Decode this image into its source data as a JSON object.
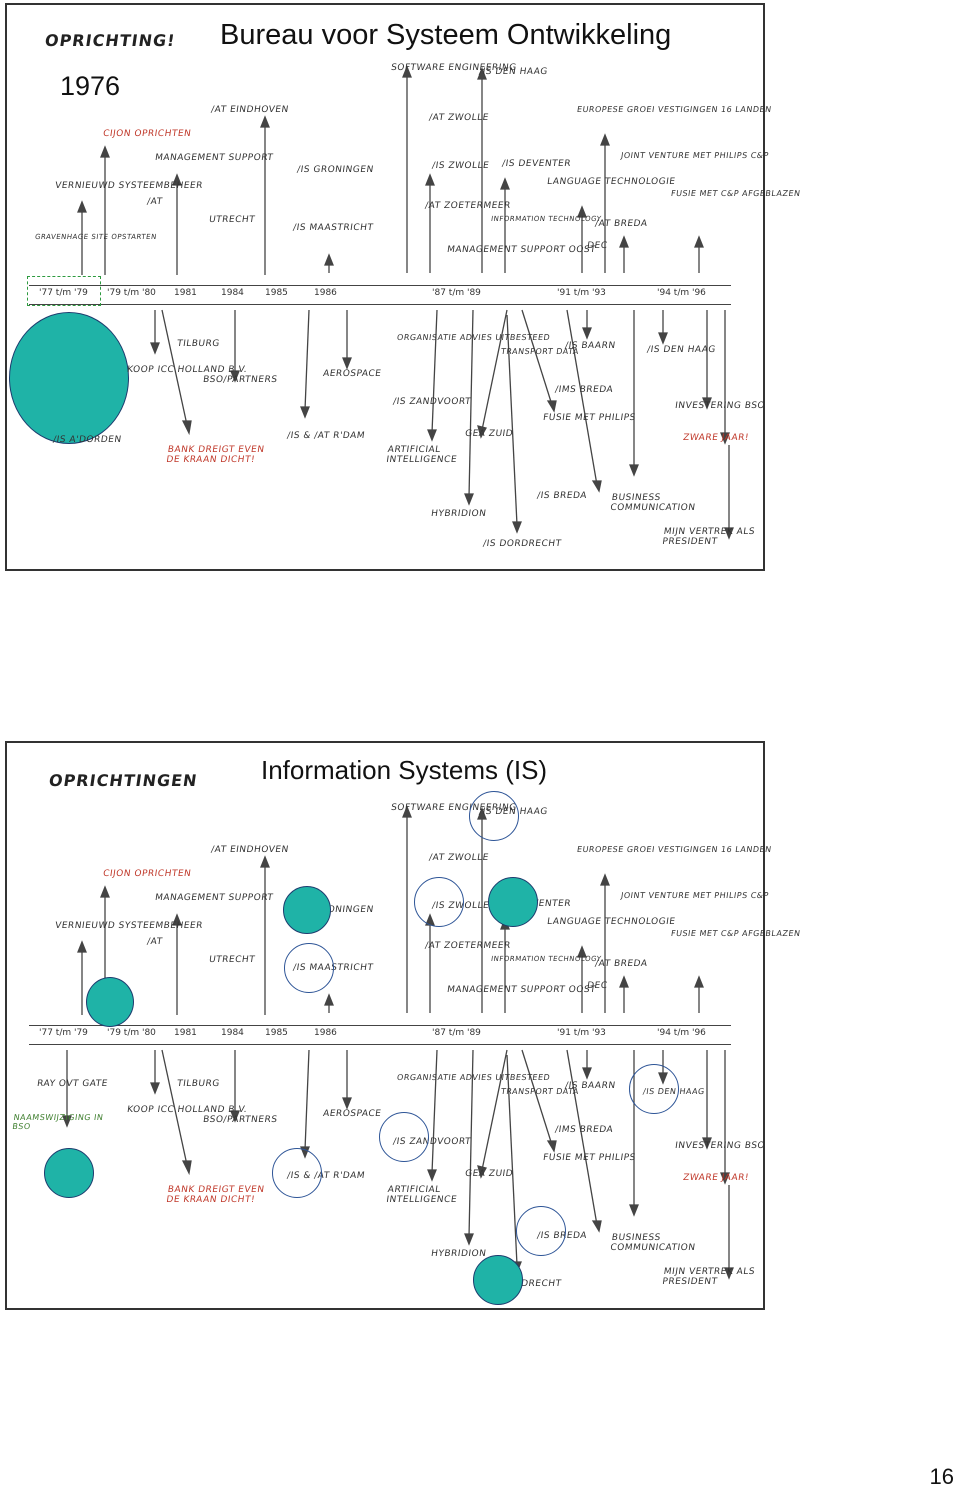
{
  "slides": [
    {
      "title": "Bureau voor Systeem Ontwikkeling",
      "subtitle": "1976",
      "heading": "OPRICHTING!",
      "timeline": [
        "'77 t/m '79",
        "'79 t/m '80",
        "1981",
        "1984",
        "1985",
        "1986",
        "'87 t/m '89",
        "'91 t/m '93",
        "'94 t/m '96"
      ],
      "notes": [
        {
          "t": "CIJON OPRICHTEN",
          "c": "red"
        },
        {
          "t": "VERNIEUWD SYSTEEMBEHEER"
        },
        {
          "t": "MANAGEMENT SUPPORT"
        },
        {
          "t": "/AT EINDHOVEN"
        },
        {
          "t": "SOFTWARE ENGINEERING"
        },
        {
          "t": "/IS DEN HAAG"
        },
        {
          "t": "/AT ZWOLLE"
        },
        {
          "t": "/IS ZWOLLE"
        },
        {
          "t": "/IS DEVENTER"
        },
        {
          "t": "/IS GRONINGEN"
        },
        {
          "t": "/AT"
        },
        {
          "t": "UTRECHT"
        },
        {
          "t": "/IS MAASTRICHT"
        },
        {
          "t": "/AT ZOETERMEER"
        },
        {
          "t": "INFORMATION TECHNOLOGY"
        },
        {
          "t": "MANAGEMENT SUPPORT OOST"
        },
        {
          "t": "LANGUAGE TECHNOLOGIE"
        },
        {
          "t": "/AT BREDA"
        },
        {
          "t": "DEC"
        },
        {
          "t": "EUROPESE GROEI VESTIGINGEN 16 LANDEN"
        },
        {
          "t": "JOINT VENTURE MET PHILIPS C&P"
        },
        {
          "t": "FUSIE MET C&P AFGEBLAZEN"
        },
        {
          "t": "TILBURG"
        },
        {
          "t": "KOOP ICC HOLLAND B.V."
        },
        {
          "t": "BSO/PARTNERS"
        },
        {
          "t": "AEROSPACE"
        },
        {
          "t": "ORGANISATIE ADVIES UITBESTEED"
        },
        {
          "t": "TRANSPORT DATA"
        },
        {
          "t": "/IS BAARN"
        },
        {
          "t": "/IS DEN HAAG"
        },
        {
          "t": "/IS ZANDVOORT"
        },
        {
          "t": "/IMS BREDA"
        },
        {
          "t": "INVESTERING BSO"
        },
        {
          "t": "BANK DREIGT EVEN DE KRAAN DICHT!",
          "c": "red"
        },
        {
          "t": "/IS & /AT R'DAM"
        },
        {
          "t": "ARTIFICIAL INTELLIGENCE"
        },
        {
          "t": "GEA ZUID"
        },
        {
          "t": "FUSIE MET PHILIPS"
        },
        {
          "t": "ZWARE JAAR!",
          "c": "red"
        },
        {
          "t": "/IS BREDA"
        },
        {
          "t": "BUSINESS COMMUNICATION"
        },
        {
          "t": "HYBRIDION"
        },
        {
          "t": "/IS DORDRECHT"
        },
        {
          "t": "MIJN VERTREK ALS PRESIDENT"
        },
        {
          "t": "/IS A'DORDEN"
        },
        {
          "t": "GRAVENHAGE SITE OPSTARTEN"
        }
      ]
    },
    {
      "title": "Information Systems (IS)",
      "heading": "OPRICHTINGEN",
      "timeline": [
        "'77 t/m '79",
        "'79 t/m '80",
        "1981",
        "1984",
        "1985",
        "1986",
        "'87 t/m '89",
        "'91 t/m '93",
        "'94 t/m '96"
      ],
      "notes": [
        {
          "t": "CIJON OPRICHTEN",
          "c": "red"
        },
        {
          "t": "VERNIEUWD SYSTEEMBEHEER"
        },
        {
          "t": "MANAGEMENT SUPPORT"
        },
        {
          "t": "/AT EINDHOVEN"
        },
        {
          "t": "SOFTWARE ENGINEERING"
        },
        {
          "t": "/IS DEN HAAG"
        },
        {
          "t": "/AT ZWOLLE"
        },
        {
          "t": "/IS ZWOLLE"
        },
        {
          "t": "/IS DEVENTER"
        },
        {
          "t": "/IS GRONINGEN"
        },
        {
          "t": "/AT"
        },
        {
          "t": "UTRECHT"
        },
        {
          "t": "/IS MAASTRICHT"
        },
        {
          "t": "/AT ZOETERMEER"
        },
        {
          "t": "INFORMATION TECHNOLOGY"
        },
        {
          "t": "MANAGEMENT SUPPORT OOST"
        },
        {
          "t": "LANGUAGE TECHNOLOGIE"
        },
        {
          "t": "/AT BREDA"
        },
        {
          "t": "DEC"
        },
        {
          "t": "EUROPESE GROEI VESTIGINGEN 16 LANDEN"
        },
        {
          "t": "JOINT VENTURE MET PHILIPS C&P"
        },
        {
          "t": "FUSIE MET C&P AFGEBLAZEN"
        },
        {
          "t": "TILBURG"
        },
        {
          "t": "KOOP ICC HOLLAND B.V."
        },
        {
          "t": "BSO/PARTNERS"
        },
        {
          "t": "AEROSPACE"
        },
        {
          "t": "ORGANISATIE ADVIES UITBESTEED"
        },
        {
          "t": "TRANSPORT DATA"
        },
        {
          "t": "/IS BAARN"
        },
        {
          "t": "/IS DEN HAAG"
        },
        {
          "t": "/IS ZANDVOORT"
        },
        {
          "t": "/IMS BREDA"
        },
        {
          "t": "INVESTERING BSO"
        },
        {
          "t": "BANK DREIGT EVEN DE KRAAN DICHT!",
          "c": "red"
        },
        {
          "t": "/IS & /AT R'DAM"
        },
        {
          "t": "ARTIFICIAL INTELLIGENCE"
        },
        {
          "t": "GEA ZUID"
        },
        {
          "t": "FUSIE MET PHILIPS"
        },
        {
          "t": "ZWARE JAAR!",
          "c": "red"
        },
        {
          "t": "/IS BREDA"
        },
        {
          "t": "BUSINESS COMMUNICATION"
        },
        {
          "t": "HYBRIDION"
        },
        {
          "t": "/IS DORDRECHT"
        },
        {
          "t": "MIJN VERTREK ALS PRESIDENT"
        },
        {
          "t": "RAY OVT GATE"
        },
        {
          "t": "NAAMSWIJZIGING IN BSO",
          "c": "green"
        }
      ]
    }
  ],
  "page_number": "16",
  "colors": {
    "marker_fill": "#1fb3a7",
    "marker_ring": "#2e5597",
    "dash_box": "#2d9a3f",
    "red_note": "#c0392b"
  }
}
